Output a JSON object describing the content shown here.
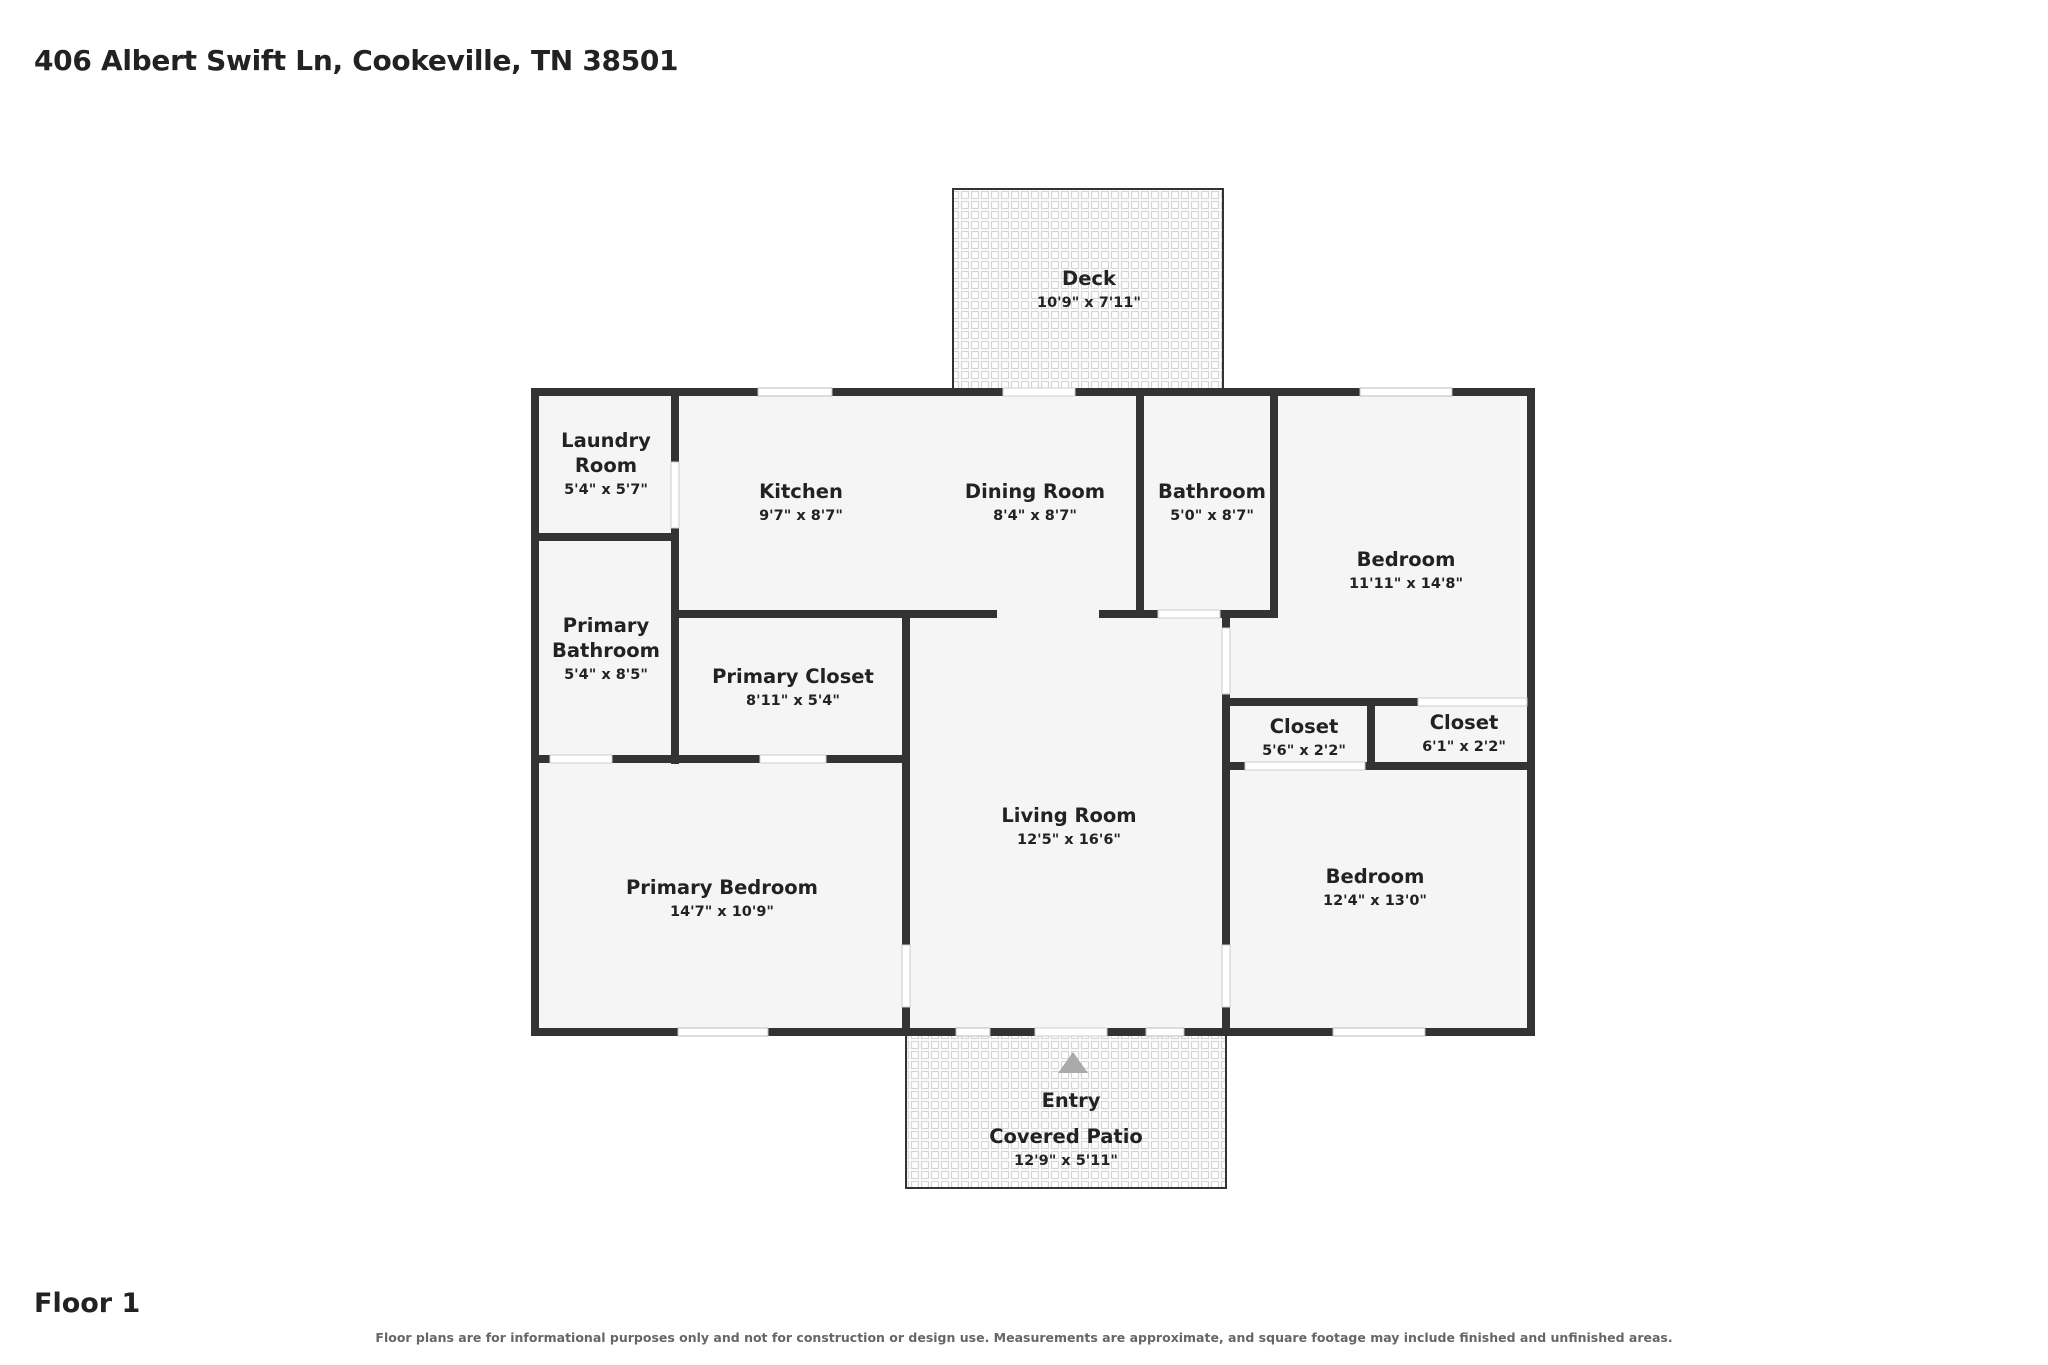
{
  "address": "406 Albert Swift Ln, Cookeville, TN 38501",
  "floor_label": "Floor 1",
  "disclaimer": "Floor plans are for informational purposes only and not for construction or design use. Measurements are approximate, and square footage may include finished and unfinished areas.",
  "rooms": {
    "deck": {
      "name": "Deck",
      "dims": "10'9\" x 7'11\""
    },
    "laundry": {
      "name_line1": "Laundry",
      "name_line2": "Room",
      "dims": "5'4\" x 5'7\""
    },
    "kitchen": {
      "name": "Kitchen",
      "dims": "9'7\" x 8'7\""
    },
    "dining": {
      "name": "Dining Room",
      "dims": "8'4\" x 8'7\""
    },
    "bathroom": {
      "name": "Bathroom",
      "dims": "5'0\" x 8'7\""
    },
    "bedroom_ne": {
      "name": "Bedroom",
      "dims": "11'11\" x 14'8\""
    },
    "primary_bath": {
      "name_line1": "Primary",
      "name_line2": "Bathroom",
      "dims": "5'4\" x 8'5\""
    },
    "primary_closet": {
      "name": "Primary Closet",
      "dims": "8'11\" x 5'4\""
    },
    "closet_1": {
      "name": "Closet",
      "dims": "5'6\" x 2'2\""
    },
    "closet_2": {
      "name": "Closet",
      "dims": "6'1\" x 2'2\""
    },
    "living": {
      "name": "Living Room",
      "dims": "12'5\" x 16'6\""
    },
    "primary_bedroom": {
      "name": "Primary Bedroom",
      "dims": "14'7\" x 10'9\""
    },
    "bedroom_se": {
      "name": "Bedroom",
      "dims": "12'4\" x 13'0\""
    },
    "entry": {
      "name": "Entry"
    },
    "covered_patio": {
      "name": "Covered Patio",
      "dims": "12'9\" x 5'11\""
    }
  },
  "colors": {
    "wall": "#333333",
    "floor": "#f5f5f5",
    "outdoor_tile": "#d6d6d6",
    "window": "#cccccc"
  }
}
